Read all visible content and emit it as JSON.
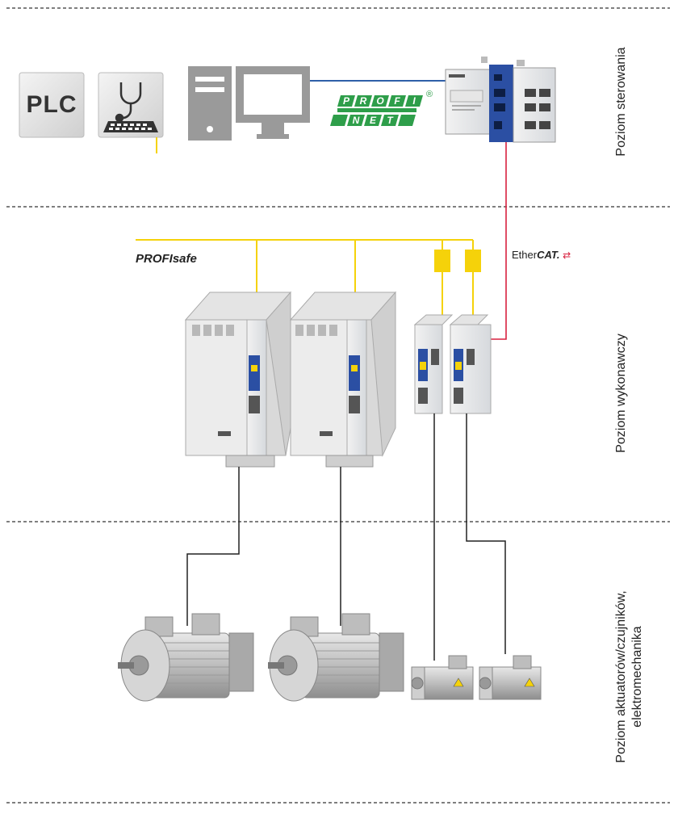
{
  "zones": [
    {
      "label": "Poziom sterowania"
    },
    {
      "label": "Poziom wykonawczy"
    },
    {
      "label_line1": "Poziom aktuatorów/czujników,",
      "label_line2": "elektromechanika"
    }
  ],
  "devices": {
    "plc_label": "PLC",
    "profinet_line1": "PROFI",
    "profinet_line2": "NET",
    "profinet_registered": "®"
  },
  "buses": {
    "profisafe": "PROFIsafe",
    "ethercat_prefix": "Ether",
    "ethercat_bold": "CAT."
  },
  "colors": {
    "profinet_green": "#2e9e4a",
    "profinet_line": "#2f5fa8",
    "ethercat_line": "#d8213f",
    "safety_yellow": "#f5d20a",
    "device_blue": "#2b4fa3",
    "divider": "#555555"
  }
}
